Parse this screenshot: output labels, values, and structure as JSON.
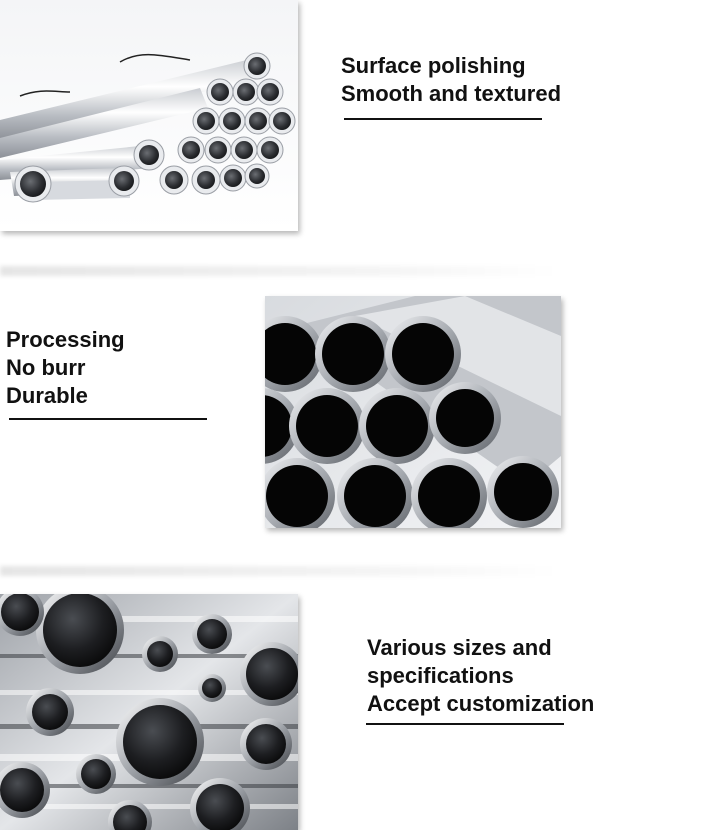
{
  "sections": [
    {
      "image_name": "polished-pipe-bundle-photo",
      "lines": [
        "Surface polishing",
        "Smooth and textured"
      ]
    },
    {
      "image_name": "stacked-pipe-ends-photo",
      "lines": [
        "Processing",
        "No burr",
        "Durable"
      ]
    },
    {
      "image_name": "assorted-pipe-sizes-photo",
      "lines": [
        "Various sizes and",
        "specifications",
        "Accept customization"
      ]
    }
  ],
  "colors": {
    "text": "#111111",
    "steel_light": "#e9ebee",
    "steel_mid": "#a9adb3",
    "steel_dark": "#4a4d52",
    "hole": "#050505"
  }
}
